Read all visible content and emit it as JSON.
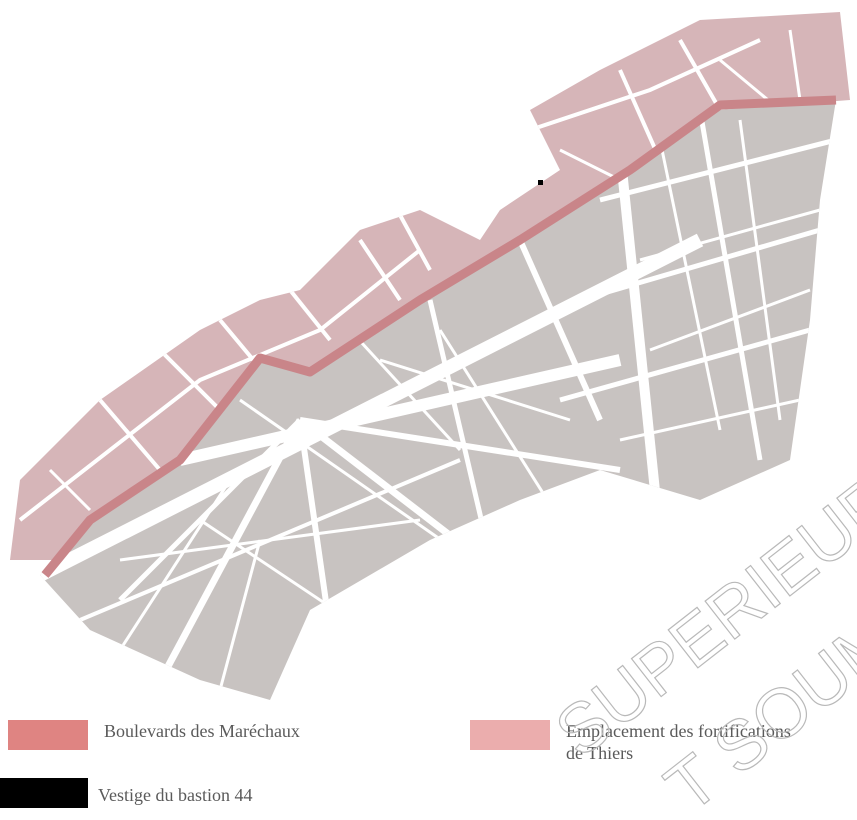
{
  "colors": {
    "background": "#ffffff",
    "city_blocks": "#c8c3c1",
    "fortifications": "#d6b5b8",
    "boulevard": "#c98589",
    "street": "#ffffff",
    "bastion": "#000000",
    "legend_boulevard": "#df8482",
    "legend_fortifications": "#ebadad",
    "legend_bastion": "#000000",
    "watermark": "#b9b9b9"
  },
  "legend": {
    "boulevard": {
      "label": "Boulevards des Maréchaux"
    },
    "fortifications": {
      "label_line1": "Emplacement des fortifications",
      "label_line2": "de Thiers"
    },
    "bastion": {
      "label": "Vestige du bastion 44"
    }
  },
  "watermark": {
    "line1": "SUPERIEUR",
    "line2": "T SOUM"
  }
}
